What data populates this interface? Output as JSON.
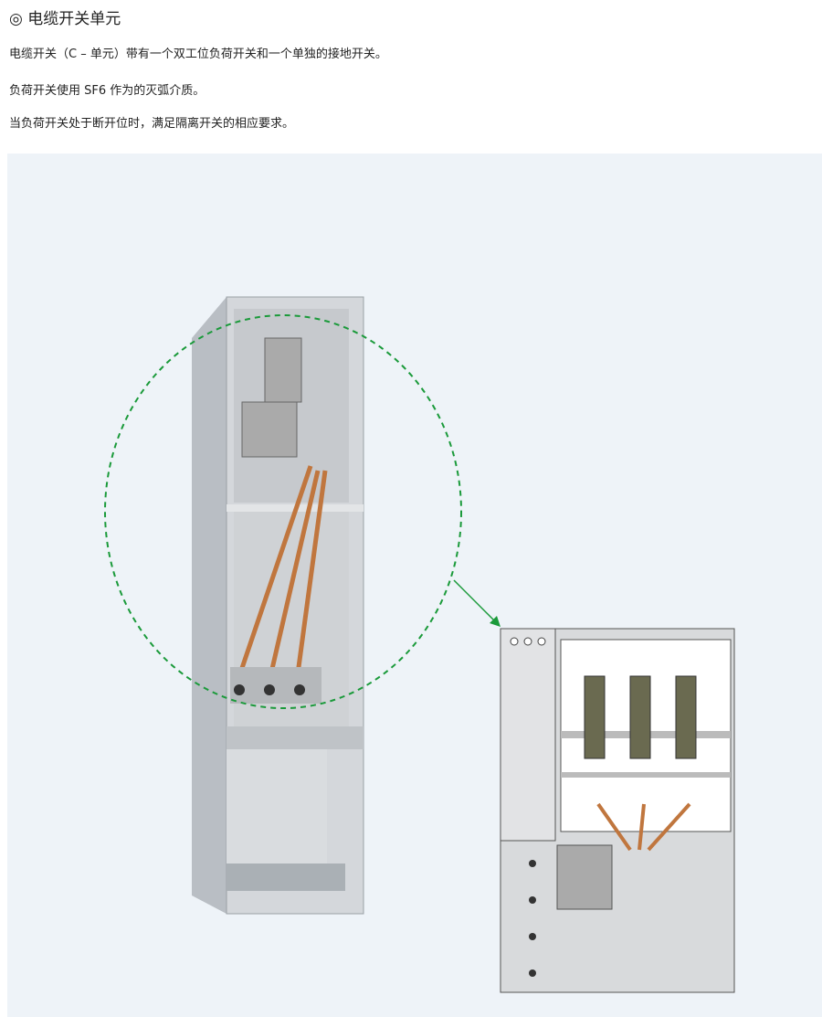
{
  "section": {
    "bullet": "◎",
    "title": "电缆开关单元"
  },
  "paragraphs": [
    "电缆开关（C – 单元）带有一个双工位负荷开关和一个单独的接地开关。",
    "负荷开关使用 SF6 作为的灭弧介质。",
    "当负荷开关处于断开位时，满足隔离开关的相应要求。"
  ],
  "colors": {
    "highlight": "#1a9a3a",
    "copper": "#c0763e",
    "panel_bg": "#eef3f8"
  }
}
